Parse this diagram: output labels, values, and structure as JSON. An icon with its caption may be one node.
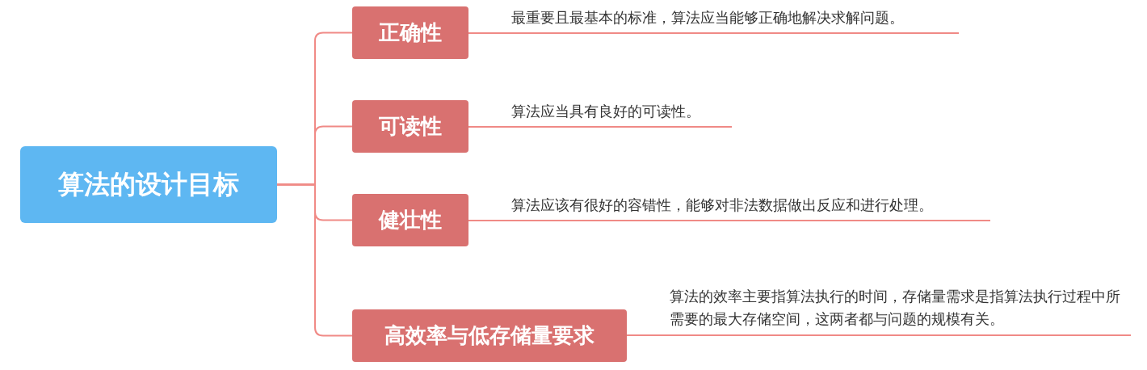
{
  "diagram": {
    "nodes": [
      {
        "text": [
          "算法的设计目标"
        ]
      },
      {
        "text": [
          "正确性"
        ]
      },
      {
        "text": [
          "可读性"
        ]
      },
      {
        "text": [
          "健壮性"
        ]
      },
      {
        "text": [
          "高效率与低存储量要求"
        ]
      },
      {
        "text": [
          "最重要且最基本的标准，算法应当能够正确地解决求解问题。"
        ]
      },
      {
        "text": [
          "算法应当具有良好的可读性。"
        ]
      },
      {
        "text": [
          "算法应该有很好的容错性，能够对非法数据做出反应和进行处理。"
        ]
      },
      {
        "text": [
          "算法的效率主要指算法执行的时间，存储量需求是指算法执行过程中所需要的最大存储空间，这两者都与问题的规模有关。"
        ]
      }
    ],
    "edges": [
      {
        "from": 0,
        "to": 1,
        "arrow": "none"
      },
      {
        "from": 0,
        "to": 2,
        "arrow": "none"
      },
      {
        "from": 0,
        "to": 3,
        "arrow": "none"
      },
      {
        "from": 0,
        "to": 4,
        "arrow": "none"
      },
      {
        "from": 1,
        "to": 5,
        "arrow": "none"
      },
      {
        "from": 2,
        "to": 6,
        "arrow": "none"
      },
      {
        "from": 3,
        "to": 7,
        "arrow": "none"
      },
      {
        "from": 4,
        "to": 8,
        "arrow": "none"
      }
    ]
  }
}
